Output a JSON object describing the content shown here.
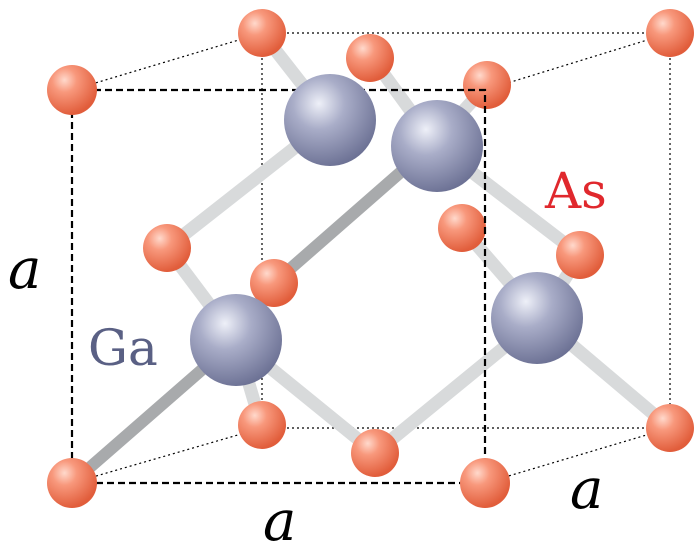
{
  "labels": {
    "as": "As",
    "ga": "Ga",
    "a_left": "a",
    "a_bottom": "a",
    "a_right": "a"
  },
  "colors": {
    "as_atom": "#f47c5c",
    "ga_atom": "#8e93b3",
    "as_label": "#e0282d",
    "ga_label": "#5a6084",
    "bond_light": "#d8dadb",
    "bond_dark": "#a8aaac",
    "edge": "#000000"
  }
}
